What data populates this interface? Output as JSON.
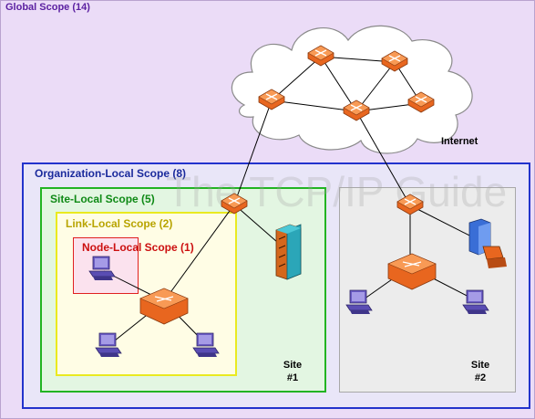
{
  "scopes": {
    "global": "Global Scope (14)",
    "organization_local": "Organization-Local Scope (8)",
    "site_local": "Site-Local Scope (5)",
    "link_local": "Link-Local Scope (2)",
    "node_local": "Node-Local Scope (1)"
  },
  "sites": {
    "site1_name": "Site",
    "site1_number": "#1",
    "site2_name": "Site",
    "site2_number": "#2"
  },
  "internet_label": "Internet",
  "watermark": "The TCP/IP Guide",
  "colors": {
    "router_orange": "#f07a2a",
    "global_bg": "#ebdcf7",
    "org_border": "#2233cc",
    "site_border": "#22b422",
    "link_border": "#eaea20",
    "node_border": "#e02020"
  }
}
